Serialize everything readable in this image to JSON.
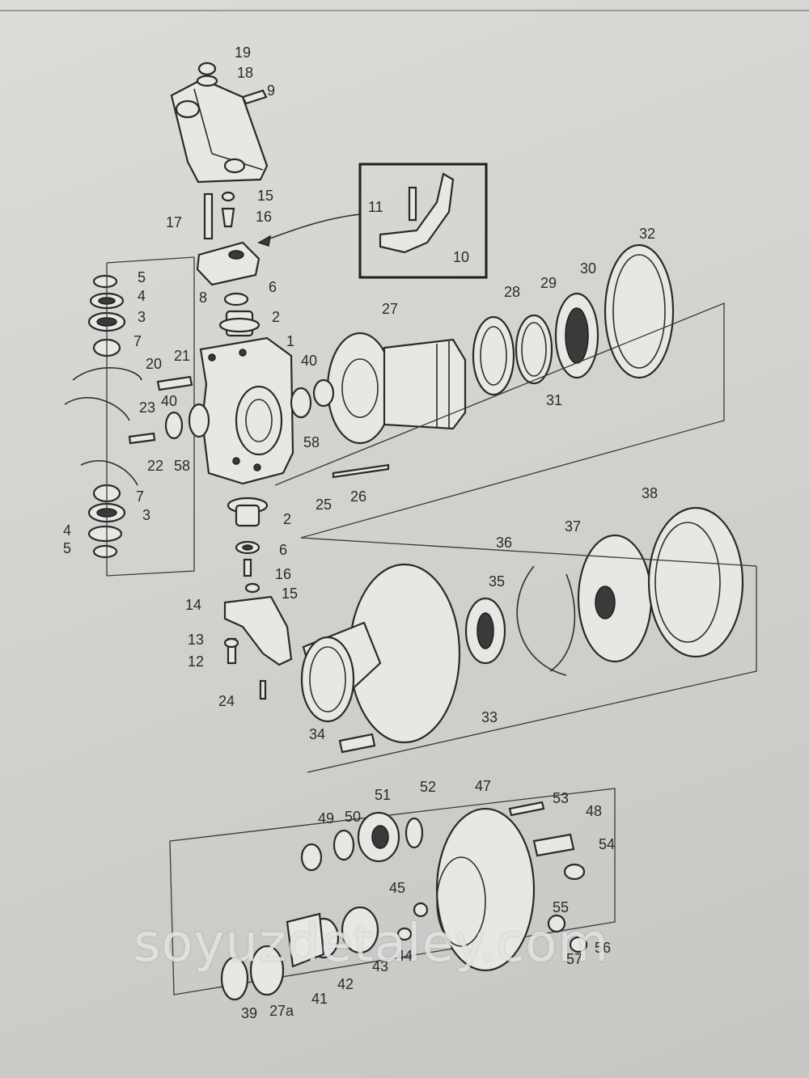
{
  "labels": {
    "l19": "19",
    "l18": "18",
    "l9": "9",
    "l15a": "15",
    "l16a": "16",
    "l17": "17",
    "l11": "11",
    "l10": "10",
    "l5a": "5",
    "l4a": "4",
    "l3a": "3",
    "l7a": "7",
    "l8": "8",
    "l6a": "6",
    "l2a": "2",
    "l1": "1",
    "l20": "20",
    "l21": "21",
    "l23": "23",
    "l40a": "40",
    "l40b": "40",
    "l22": "22",
    "l58a": "58",
    "l58b": "58",
    "l27": "27",
    "l28": "28",
    "l29": "29",
    "l30": "30",
    "l31": "31",
    "l32": "32",
    "l25": "25",
    "l26": "26",
    "l7b": "7",
    "l3b": "3",
    "l4b": "4",
    "l5b": "5",
    "l2b": "2",
    "l6b": "6",
    "l16b": "16",
    "l15b": "15",
    "l14": "14",
    "l13": "13",
    "l12": "12",
    "l24": "24",
    "l36": "36",
    "l37": "37",
    "l38": "38",
    "l35": "35",
    "l33": "33",
    "l34": "34",
    "l47": "47",
    "l51": "51",
    "l52": "52",
    "l49": "49",
    "l50": "50",
    "l53": "53",
    "l48": "48",
    "l54": "54",
    "l45": "45",
    "l55": "55",
    "l57": "57",
    "l56": "56",
    "l44": "44",
    "l43": "43",
    "l42": "42",
    "l41": "41",
    "l39": "39",
    "l27a": "27a"
  },
  "watermark": "soyuzdetaley.com"
}
